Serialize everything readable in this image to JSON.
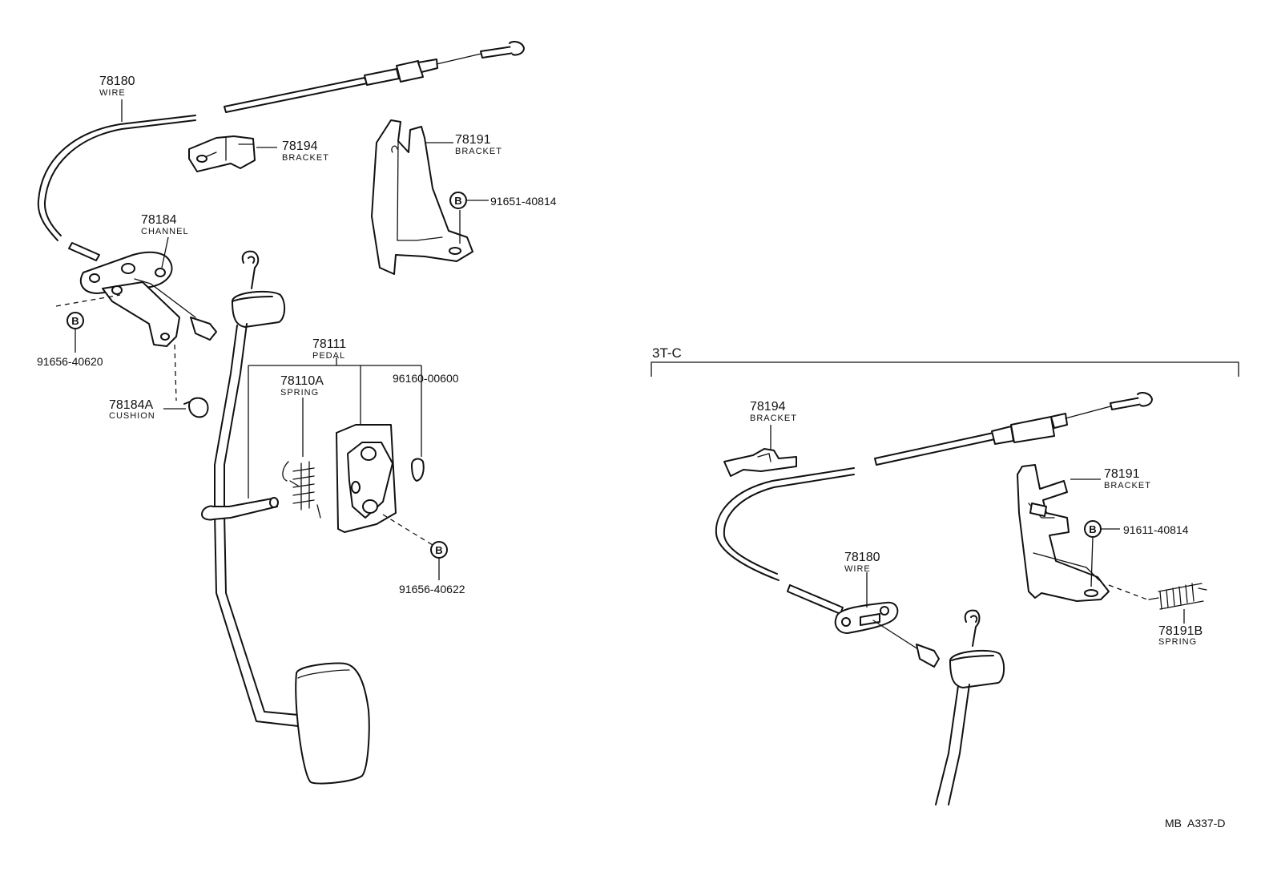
{
  "parts": {
    "wire_main_no": "78180",
    "wire_main_name": "WIRE",
    "bracket_194_no": "78194",
    "bracket_194_name": "BRACKET",
    "bracket_191_no": "78191",
    "bracket_191_name": "BRACKET",
    "bolt_a": "91651-40814",
    "channel_no": "78184",
    "channel_name": "CHANNEL",
    "bolt_b": "91656-40620",
    "cushion_no": "78184A",
    "cushion_name": "CUSHION",
    "pedal_no": "78111",
    "pedal_name": "PEDAL",
    "spring_no": "78110A",
    "spring_name": "SPRING",
    "washer": "96160-00600",
    "bolt_c": "91656-40622"
  },
  "section_3tc": {
    "label": "3T-C",
    "bracket_194_no": "78194",
    "bracket_194_name": "BRACKET",
    "bracket_191_no": "78191",
    "bracket_191_name": "BRACKET",
    "bolt": "91611-40814",
    "wire_no": "78180",
    "wire_name": "WIRE",
    "spring_no": "78191B",
    "spring_name": "SPRING"
  },
  "bolt_symbol": "B",
  "figure_ref": "MB  A337-D"
}
